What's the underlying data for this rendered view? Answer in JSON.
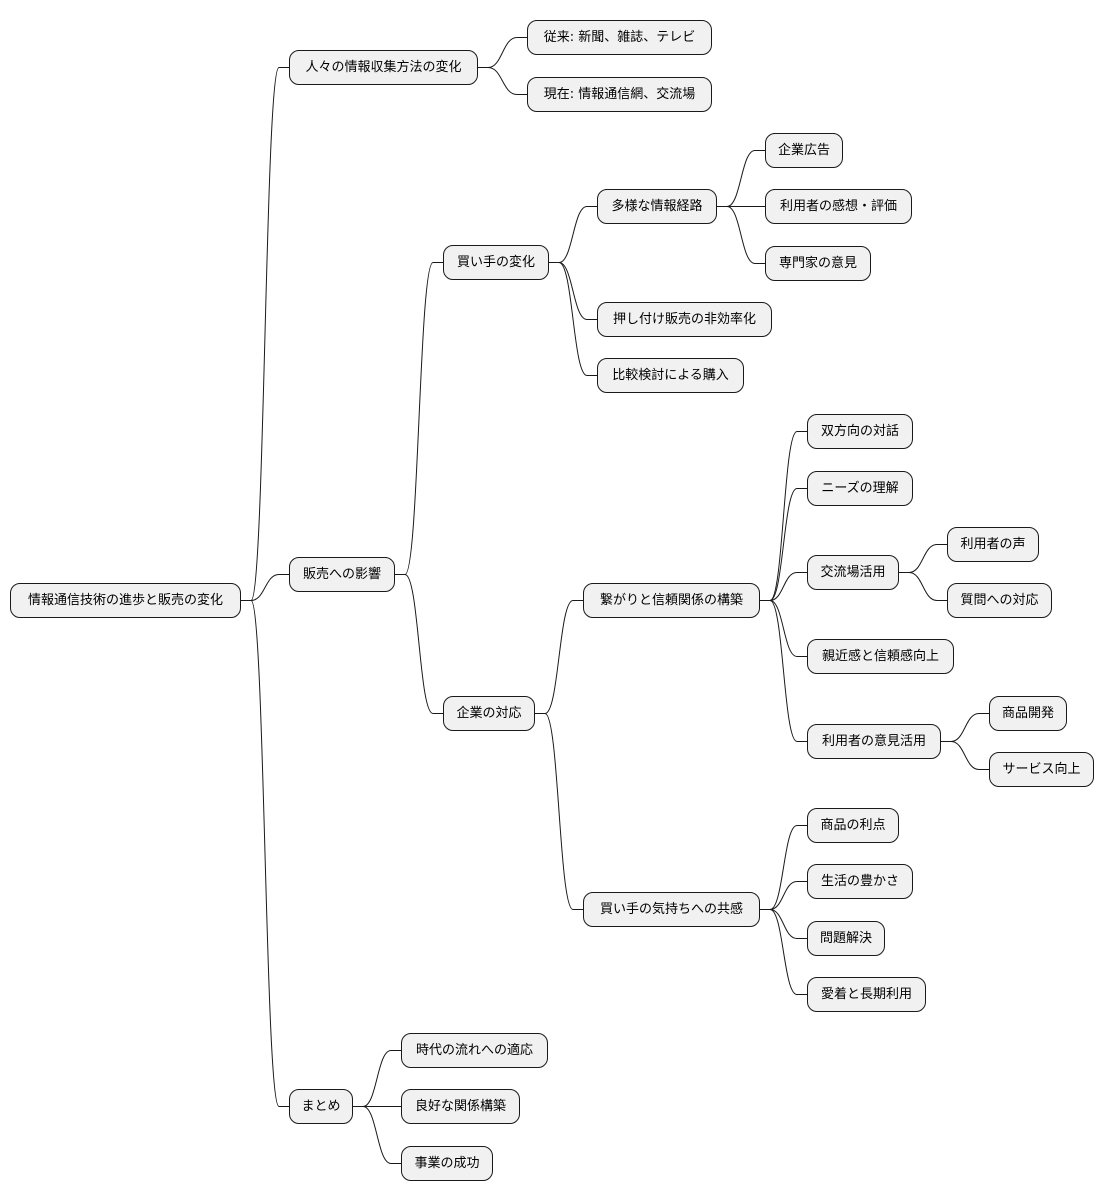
{
  "mindmap": {
    "root": {
      "label": "情報通信技術の進歩と販売の変化"
    },
    "info_gathering": {
      "label": "人々の情報収集方法の変化",
      "past": "従来: 新聞、雑誌、テレビ",
      "present": "現在: 情報通信網、交流場"
    },
    "sales_impact": {
      "label": "販売への影響",
      "buyer_change": {
        "label": "買い手の変化",
        "diverse_channels": {
          "label": "多様な情報経路",
          "corporate_ads": "企業広告",
          "user_reviews": "利用者の感想・評価",
          "expert_opinions": "専門家の意見"
        },
        "pushy_sales": "押し付け販売の非効率化",
        "comparison": "比較検討による購入"
      },
      "company_response": {
        "label": "企業の対応",
        "trust_building": {
          "label": "繋がりと信頼関係の構築",
          "dialogue": "双方向の対話",
          "needs": "ニーズの理解",
          "community": {
            "label": "交流場活用",
            "user_voice": "利用者の声",
            "qa": "質問への対応"
          },
          "familiarity": "親近感と信頼感向上",
          "feedback_use": {
            "label": "利用者の意見活用",
            "product_dev": "商品開発",
            "service_up": "サービス向上"
          }
        },
        "empathy": {
          "label": "買い手の気持ちへの共感",
          "benefits": "商品の利点",
          "richness": "生活の豊かさ",
          "problem_solving": "問題解決",
          "loyalty": "愛着と長期利用"
        }
      }
    },
    "summary": {
      "label": "まとめ",
      "adapt": "時代の流れへの適応",
      "relations": "良好な関係構築",
      "success": "事業の成功"
    }
  }
}
